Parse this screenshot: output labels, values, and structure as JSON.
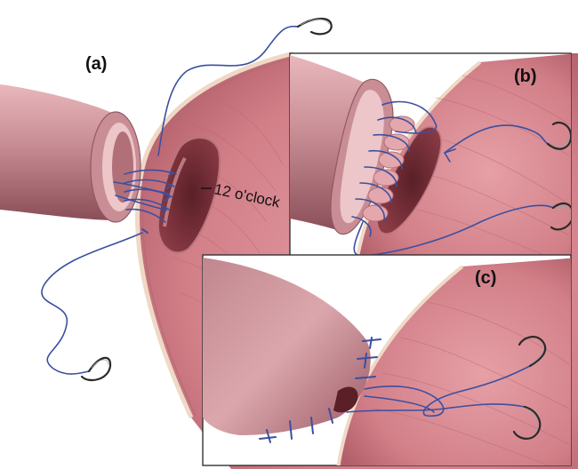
{
  "labels": {
    "panel_a": "(a)",
    "panel_b": "(b)",
    "panel_c": "(c)",
    "annotation": "12 o'clock"
  },
  "colors": {
    "tissue": "#d9878f",
    "tissue_dark": "#a44f5c",
    "lumen": "#6e2a31",
    "tube_outer": "#c98e95",
    "tube_inner": "#ecc6c9",
    "suture": "#3b4fa0",
    "needle": "#2a2a2a",
    "panel_border": "#333333"
  },
  "icons": {
    "needle": "curved-suture-needle-icon"
  }
}
